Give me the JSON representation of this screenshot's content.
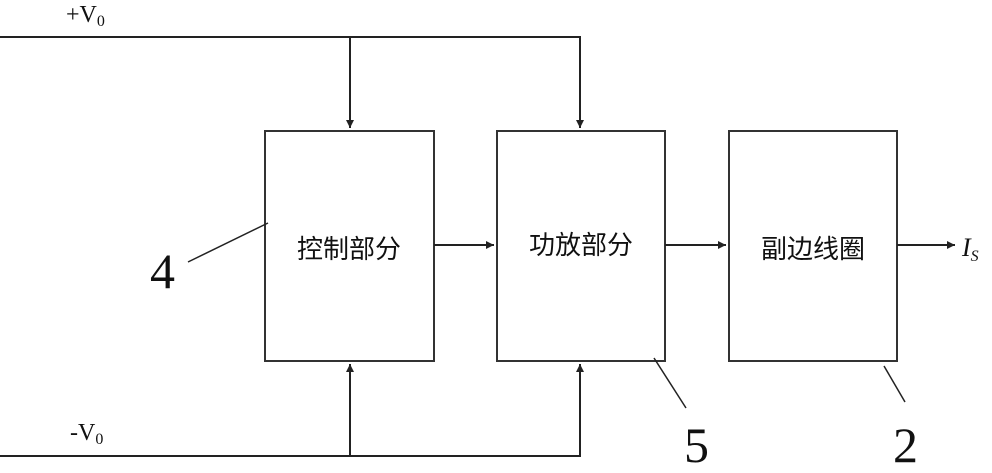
{
  "rails": {
    "positive": {
      "base": "+V",
      "sub": "0"
    },
    "negative": {
      "base": "-V",
      "sub": "0"
    }
  },
  "blocks": {
    "control": {
      "label": "控制部分",
      "ref": "4"
    },
    "power_amp": {
      "label": "功放部分",
      "ref": "5"
    },
    "secondary_coil": {
      "label": "副边线圈",
      "ref": "2"
    }
  },
  "output": {
    "base": "I",
    "sub": "S"
  },
  "colors": {
    "line": "#222222",
    "box": "#333333"
  }
}
